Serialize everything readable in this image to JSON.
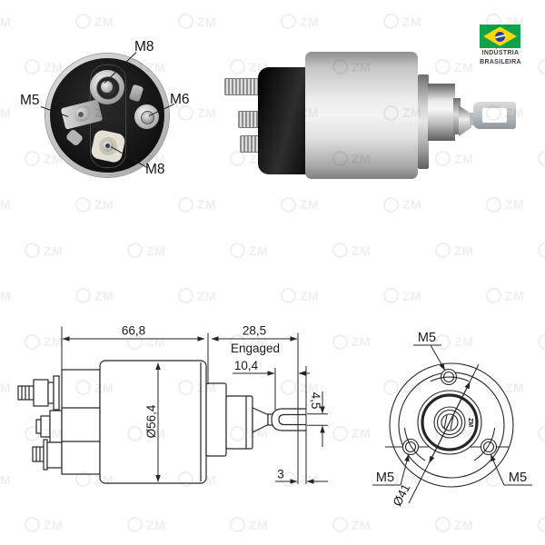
{
  "brand": {
    "watermark_text": "ZM",
    "flag_caption_line1": "INDÚSTRIA",
    "flag_caption_line2": "BRASILEIRA"
  },
  "colors": {
    "flag_green": "#12a24b",
    "flag_yellow": "#ffd800",
    "flag_blue": "#2a3f92"
  },
  "rear_view": {
    "label_top": "M8",
    "label_right": "M6",
    "label_left": "M5",
    "label_bottom": "M8"
  },
  "side_drawing": {
    "body_length": "66,8",
    "plunger_travel": "28,5",
    "travel_state": "Engaged",
    "fork_length": "10,4",
    "fork_slot": "4,5",
    "body_diameter": "Ø56,4",
    "tip_gap": "3"
  },
  "front_drawing": {
    "hole_top": "M5",
    "hole_left": "M5",
    "hole_right": "M5",
    "bolt_circle_diameter": "Ø41",
    "center_logo": "ZM"
  }
}
